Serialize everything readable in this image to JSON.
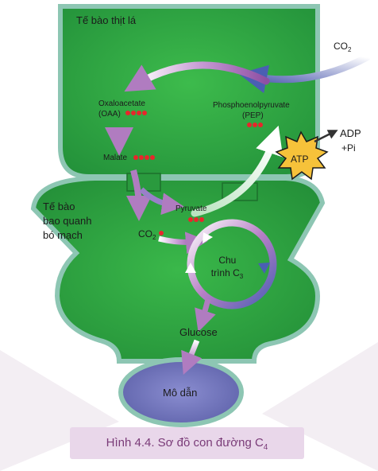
{
  "mesophyll": {
    "label": "Tế bào thịt lá"
  },
  "bundle_sheath": {
    "label_lines": [
      "Tế bào",
      "bao quanh",
      "bó mạch"
    ]
  },
  "vascular": {
    "label": "Mô dẫn"
  },
  "molecules": {
    "co2_in": {
      "base": "CO",
      "sub": "2"
    },
    "oaa": {
      "line1": "Oxaloacetate",
      "line2": "(OAA)"
    },
    "pep": {
      "line1": "Phosphoenolpyruvate",
      "line2": "(PEP)"
    },
    "malate": "Malate",
    "pyruvate": "Pyruvate",
    "co2_released": {
      "base": "CO",
      "sub": "2"
    },
    "glucose": "Glucose",
    "adp": "ADP",
    "pi": "+Pi",
    "atp": "ATP"
  },
  "cycle": {
    "line1": "Chu",
    "line2_base": "trình C",
    "line2_sub": "3"
  },
  "caption": {
    "base": "Hình 4.4. Sơ đồ con đường C",
    "sub": "4"
  },
  "colors": {
    "cell_fill": "#2fa73f",
    "cell_border": "#8dc6b3",
    "vascular_fill": "#6c6fb7",
    "carbon_dot": "#e8262b",
    "atp_star": "#f6c23a",
    "arrow_purple": "#b07cc0",
    "caption_bg": "#e9d7ea",
    "caption_text": "#7a3b78"
  }
}
